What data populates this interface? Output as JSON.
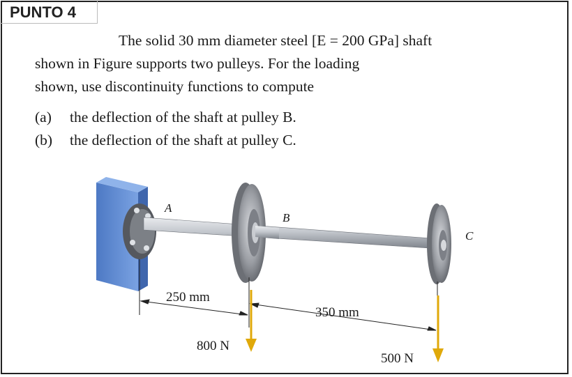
{
  "heading": "PUNTO 4",
  "problem": {
    "line1": "The solid 30 mm diameter steel [E = 200 GPa] shaft",
    "line2": "shown in Figure supports two pulleys. For the loading",
    "line3": "shown, use discontinuity functions to compute"
  },
  "questions": [
    {
      "mark": "(a)",
      "text": "the deflection of the shaft at pulley B."
    },
    {
      "mark": "(b)",
      "text": "the deflection of the shaft at pulley C."
    }
  ],
  "figure": {
    "point_a": "A",
    "point_b": "B",
    "point_c": "C",
    "dim_ab": "250 mm",
    "dim_bc": "350 mm",
    "load_b": "800 N",
    "load_c": "500 N",
    "colors": {
      "support": "#5a86d2",
      "shaft": "#b8bcc4",
      "pulley": "#8a8d93",
      "arrow": "#e0a90a"
    }
  }
}
